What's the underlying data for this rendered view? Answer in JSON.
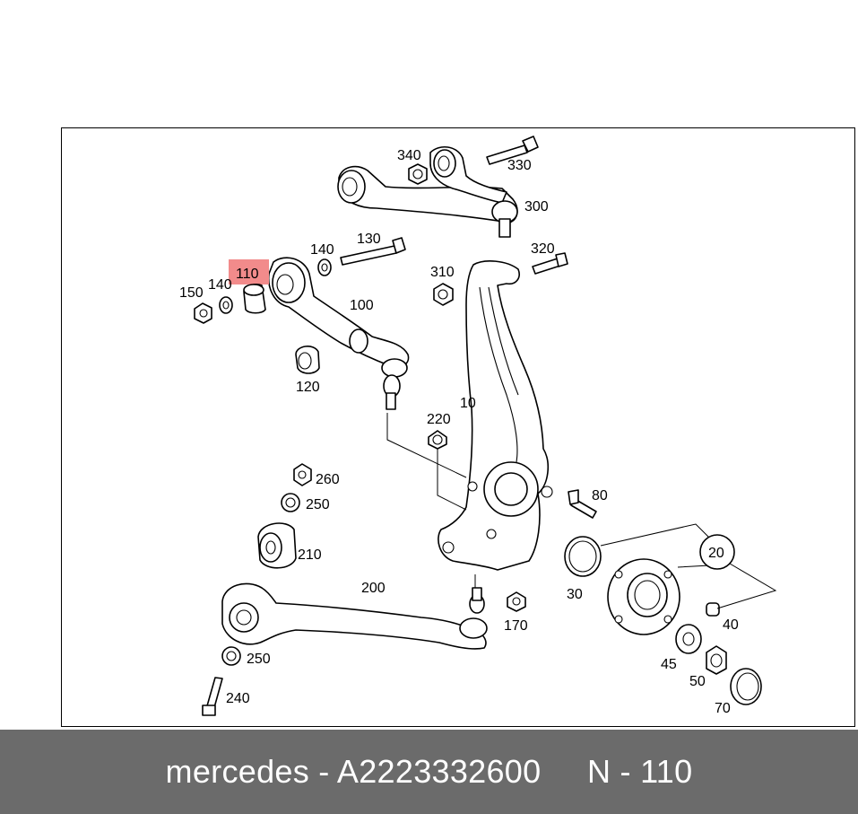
{
  "diagram": {
    "highlight_color": "#f28b8b",
    "highlighted_label": "110",
    "labels": {
      "l340": "340",
      "l330": "330",
      "l300": "300",
      "l140a": "140",
      "l130": "130",
      "l320": "320",
      "l110": "110",
      "l140b": "140",
      "l150": "150",
      "l310": "310",
      "l100": "100",
      "l120": "120",
      "l10": "10",
      "l220": "220",
      "l260": "260",
      "l250a": "250",
      "l210": "210",
      "l80": "80",
      "l20": "20",
      "l30": "30",
      "l200": "200",
      "l170": "170",
      "l40": "40",
      "l250b": "250",
      "l45": "45",
      "l240": "240",
      "l50": "50",
      "l70": "70"
    }
  },
  "footer": {
    "text": "mercedes - A2223332600     N - 110",
    "background": "#6b6b6b"
  }
}
